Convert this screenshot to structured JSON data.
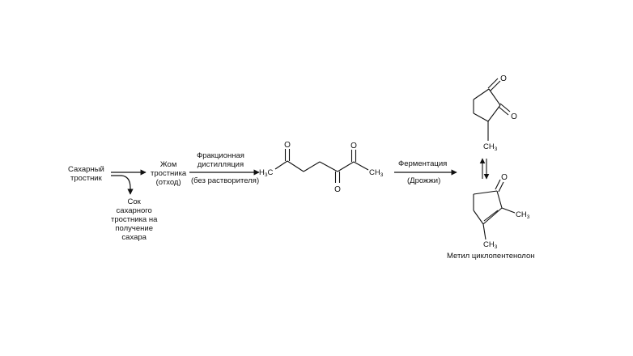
{
  "start": {
    "line1": "Сахарный",
    "line2": "тростник"
  },
  "waste": {
    "line1": "Жом",
    "line2": "тростника",
    "line3": "(отход)"
  },
  "juice": {
    "line1": "Сок",
    "line2": "сахарного",
    "line3": "тростника на",
    "line4": "получение",
    "line5": "сахара"
  },
  "step1": {
    "line1": "Фракционная",
    "line2": "дистилляция",
    "line3": "(без растворителя)"
  },
  "step2": {
    "line1": "Ферментация",
    "line2": "(Дрожжи)"
  },
  "atoms": {
    "oxygen": "O",
    "carbon": "C",
    "hydrogen": "H",
    "sub3": "3"
  },
  "product": {
    "name": "Метил циклопентенолон"
  }
}
